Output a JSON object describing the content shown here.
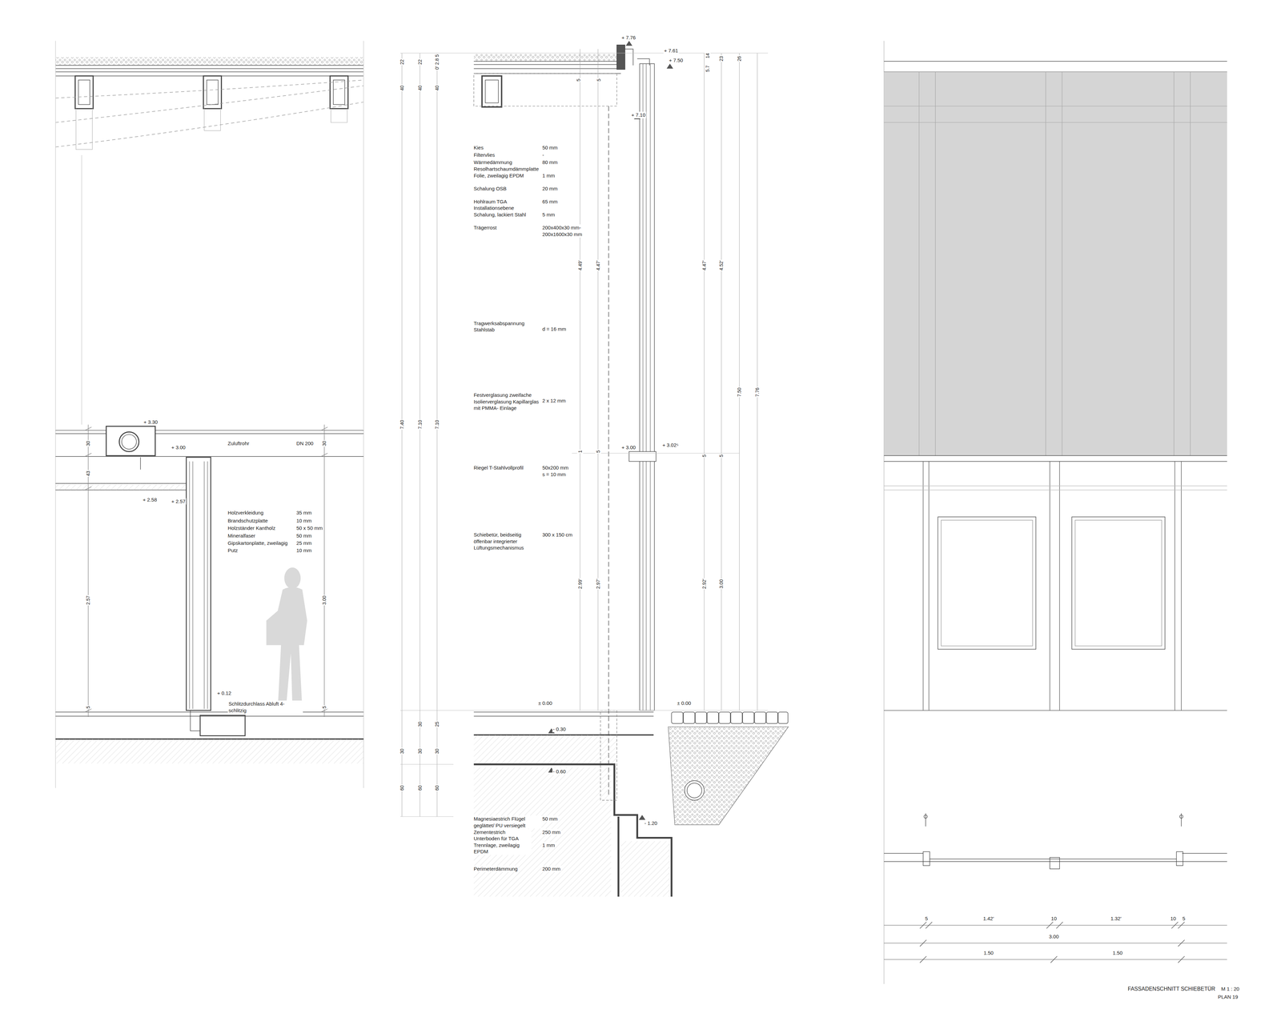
{
  "diagram": {
    "caption": "FASSADENSCHNITT SCHIEBETÜR",
    "labels": [
      "+ 3.30",
      "+ 3.00",
      "Zuluftrohr",
      "DN 200",
      "30",
      "30",
      "43",
      "+ 2.58",
      "+ 2.57",
      "Holzverkleidung",
      "35 mm",
      "Brandschutzplatte",
      "10 mm",
      "Holzständer Kantholz",
      "50 x 50 mm",
      "Mineralfaser",
      "50 mm",
      "Gipskartonplatte, zweilagig",
      "25 mm",
      "Putz",
      "10 mm",
      "2.57",
      "3.00",
      "5",
      "5",
      "+ 0.12",
      "Schlitzdurchlass Abluft 4- schlitzig",
      "22",
      "22",
      "0' 2.8 5",
      "40",
      "40",
      "40",
      "7.40",
      "7.10",
      "7.10",
      "30",
      "25",
      "30",
      "30",
      "30",
      "60",
      "60",
      "60",
      "Kies",
      "50 mm",
      "Filtervlies",
      "-",
      "Wärmedämmung Resolhartschaumdämmplatte",
      "80 mm",
      "Folie, zweilagig EPDM",
      "1 mm",
      "Schalung OSB",
      "20 mm",
      "Hohlraum TGA Installationsebene",
      "65 mm",
      "Schalung, lackiert Stahl",
      "5 mm",
      "Trägerrost",
      "200x400x30 mm- 200x1600x30 mm",
      "Tragwerksabspannung Stahlstab",
      "d = 16 mm",
      "Festverglasung zweifache Isolierverglasung Kapillarglas mit PMMA- Einlage",
      "2 x 12 mm",
      "Riegel T-Stahlvollprofil",
      "50x200 mm s = 10 mm",
      "Schiebetür, beidseitig öffenbar integrierter Lüftungsmechanismus",
      "300 x 150 cm",
      "Magnesiaestrich Flügel geglättet/ PU versiegelt",
      "50 mm",
      "Zementestrich Unterboden für TGA",
      "250 mm",
      "Trennlage, zweilagig EPDM",
      "1 mm",
      "Perimeterdämmung",
      "200 mm",
      "4.49'",
      "4.47'",
      "1",
      "5",
      "2.99'",
      "2.97'",
      "5",
      "5",
      "+ 7.76",
      "+ 7.61",
      "+ 7.50",
      "+ 7.10",
      "+ 3.00",
      "+ 3.02⁵",
      "± 0.00",
      "± 0.00",
      "- 0.30",
      "- 0.60",
      "- 1.20",
      "5.7",
      "14",
      "23",
      "26",
      "4.47'",
      "4.52'",
      "7.50",
      "7.76",
      "5",
      "5",
      "2.92'",
      "3.00",
      "5",
      "1.42'",
      "10",
      "1.32'",
      "10",
      "5",
      "3.00",
      "1.50",
      "1.50",
      "M 1 : 20",
      "PLAN 19"
    ]
  }
}
